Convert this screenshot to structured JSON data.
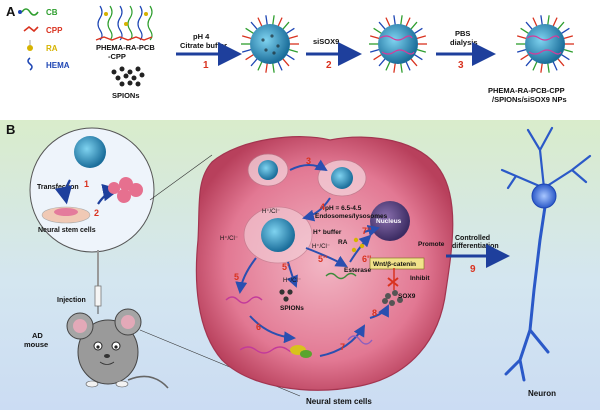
{
  "panel_a": {
    "label": "A",
    "legend": [
      {
        "key": "cb",
        "text": "CB",
        "color": "#2e9e2e",
        "icon": "cb-chain-icon"
      },
      {
        "key": "cpp",
        "text": "CPP",
        "color": "#d9321f",
        "icon": "cpp-chevron-icon"
      },
      {
        "key": "ra",
        "text": "RA",
        "color": "#d6b300",
        "icon": "ra-dot-icon"
      },
      {
        "key": "hema",
        "text": "HEMA",
        "color": "#1e46b4",
        "icon": "hema-wave-icon"
      }
    ],
    "polymer_label": "PHEMA-RA-PCB\n-CPP",
    "spion_label": "SPIONs",
    "step1_label": "pH 4\nCitrate buffer",
    "step1_num": "1",
    "step2_label": "siSOX9",
    "step2_num": "2",
    "step3_label": "PBS\ndialysis",
    "step3_num": "3",
    "product_label": "PHEMA-RA-PCB-CPP\n/SPIONs/siSOX9 NPs"
  },
  "panel_b": {
    "label": "B",
    "transfection": "Transfection",
    "step1": "1",
    "step2": "2",
    "neural_stem_cells_small": "Neural stem cells",
    "injection": "Injection",
    "ad_mouse": "AD\nmouse",
    "neural_stem_cells": "Neural stem cells",
    "neuron": "Neuron",
    "endosome": "pH = 6.5-4.5\nEndosomes/lysosomes",
    "h_buffer": "H⁺ buffer",
    "h_cl_1": "H⁺/Cl⁻",
    "h_cl_2": "H⁺/Cl⁻",
    "h_cl_3": "H⁺/Cl⁻",
    "h_cl_4": "H⁺/Cl⁻",
    "nucleus": "Nucleus",
    "promote": "Promote",
    "wnt": "Wnt/β-catenin",
    "inhibit": "Inhibit",
    "sox9": "SOX9",
    "ra": "RA",
    "esterase": "Esterase",
    "spions": "SPIONs",
    "controlled_diff": "Controlled\ndifferentiation",
    "num3": "3",
    "num4": "4",
    "num5": "5",
    "num5p": "5'",
    "num5pp": "5''",
    "num6": "6",
    "num6pp": "6''",
    "num7": "7",
    "num7pp": "7''",
    "num8": "8",
    "num9": "9"
  },
  "colors": {
    "step_number": "#d9321f",
    "arrow": "#1e3f9c",
    "panel_b_green": "#d7edc5",
    "panel_b_blue": "#cfe0f4",
    "cell_pink": "#d9647e"
  }
}
